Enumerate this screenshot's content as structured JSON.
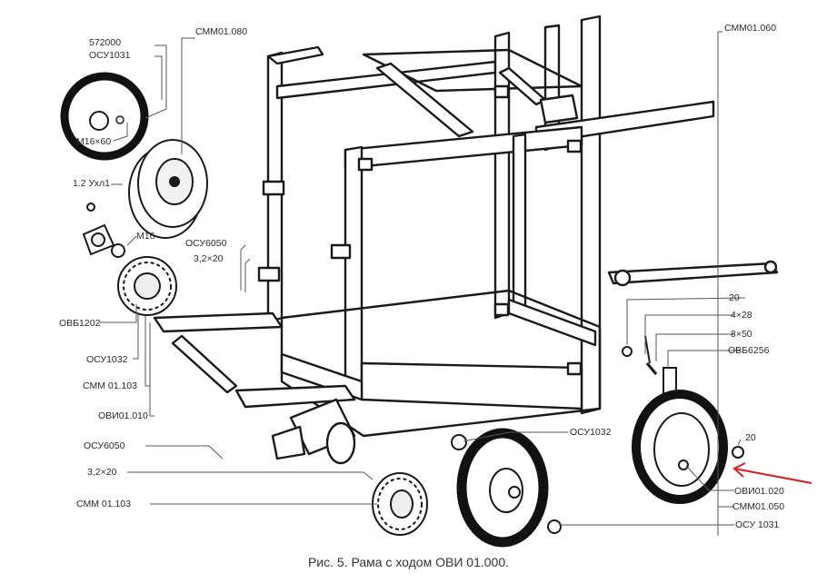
{
  "labels": {
    "l572000": "572000",
    "osu1031_top": "ОСУ1031",
    "cmm01080": "СММ01.080",
    "cmm01060": "СММ01.060",
    "m16x60": "М16×60",
    "ux1": "1.2 Ухл1",
    "m16": "М16",
    "osu6050_top": "ОСУ6050",
    "pin_top": "3,2×20",
    "ovb1202": "ОВБ1202",
    "osu1032_left": "ОСУ1032",
    "cmm01103_left": "СММ 01.103",
    "ovi01010": "ОВИ01.010",
    "osu6050_bottom": "ОСУ6050",
    "pin_bottom": "3,2×20",
    "cmm01103_bottom": "СММ 01.103",
    "n20_top": "20",
    "n4x28": "4×28",
    "n8x50": "8×50",
    "ovb6256": "ОВБ6256",
    "n20_right": "20",
    "osu1032_right": "ОСУ1032",
    "ovi01020": "ОВИ01.020",
    "cmm01050": "СММ01.050",
    "osu1031_bottom": "ОСУ 1031"
  },
  "caption": "Рис. 5. Рама с ходом ОВИ 01.000.",
  "colors": {
    "ink": "#1a1a1a",
    "leader": "#555555",
    "annotation_arrow": "#d42020",
    "paper": "#ffffff"
  }
}
